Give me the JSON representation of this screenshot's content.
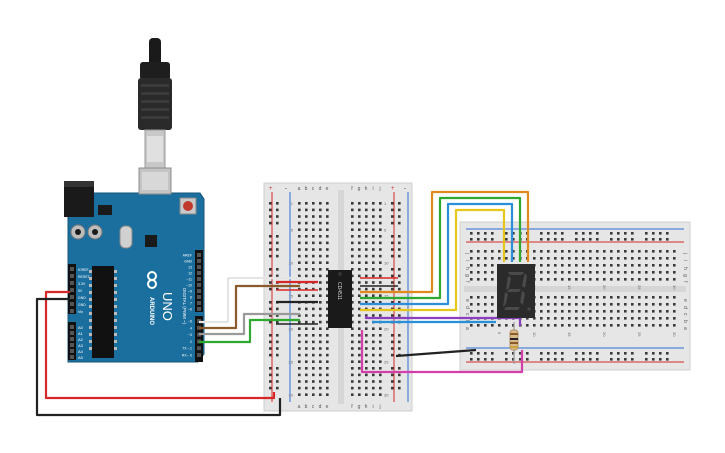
{
  "arduino": {
    "brand": "ARDUINO",
    "model": "UNO",
    "digital_header_label": "DIGITAL (PWM ~)",
    "power_pins": [
      "IOREF",
      "RESET",
      "3.3V",
      "5V",
      "GND",
      "GND",
      "Vin"
    ],
    "analog_pins": [
      "A0",
      "A1",
      "A2",
      "A3",
      "A4",
      "A5"
    ],
    "digital_pins": [
      "AREF",
      "GND",
      "13",
      "12",
      "~11",
      "~10",
      "~9",
      "8",
      "7",
      "~6",
      "~5",
      "4",
      "~3",
      "2",
      "TX→1",
      "RX←0"
    ]
  },
  "breadboard_main": {
    "column_letters_left": [
      "a",
      "b",
      "c",
      "d",
      "e"
    ],
    "column_letters_right": [
      "f",
      "g",
      "h",
      "i",
      "j"
    ],
    "row_numbers": [
      "1",
      "5",
      "10",
      "15",
      "20",
      "25",
      "30"
    ],
    "plus_label": "+",
    "minus_label": "-"
  },
  "breadboard_small": {
    "column_letters": [
      "j",
      "i",
      "h",
      "g",
      "f",
      "e",
      "d",
      "c",
      "b",
      "a"
    ],
    "row_numbers": [
      "5",
      "10",
      "15",
      "20",
      "25",
      "30"
    ]
  },
  "ic": {
    "label": "CD4511"
  },
  "display": {
    "digit": "8"
  },
  "colors": {
    "board": "#1b6f9e",
    "breadboard": "#e6e6e6",
    "wire_red": "#d62828",
    "wire_black": "#222222",
    "wire_brown": "#8b5a2b",
    "wire_white": "#f2f2f2",
    "wire_green": "#2fa82f",
    "wire_yellow": "#e6c619",
    "wire_orange": "#e08a1e",
    "wire_blue": "#2a8fd8",
    "wire_purple": "#8a3fbf",
    "wire_magenta": "#d23fa8",
    "wire_gray": "#9a9a9a"
  }
}
